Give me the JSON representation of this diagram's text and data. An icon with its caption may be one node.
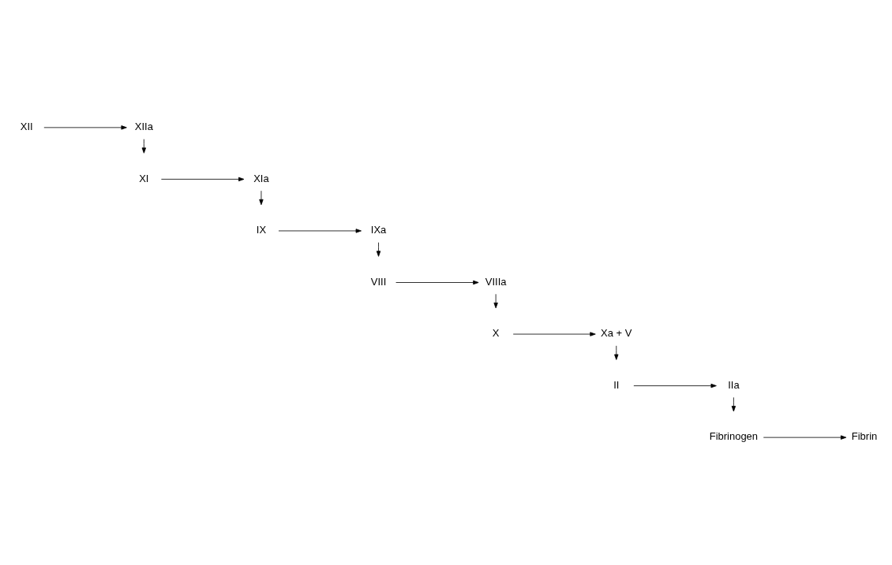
{
  "diagram": {
    "nodes": [
      {
        "text": [
          "XII"
        ]
      },
      {
        "text": [
          "XIIa"
        ]
      },
      {
        "text": [
          "XI"
        ]
      },
      {
        "text": [
          "XIa"
        ]
      },
      {
        "text": [
          "IX"
        ]
      },
      {
        "text": [
          "IXa"
        ]
      },
      {
        "text": [
          "VIII"
        ]
      },
      {
        "text": [
          "VIIIa"
        ]
      },
      {
        "text": [
          "X"
        ]
      },
      {
        "text": [
          "Xa + V"
        ]
      },
      {
        "text": [
          "II"
        ]
      },
      {
        "text": [
          "IIa"
        ]
      },
      {
        "text": [
          "Fibrinogen"
        ]
      },
      {
        "text": [
          "Fibrin"
        ]
      }
    ],
    "edges": [
      {
        "from": 0,
        "to": 1,
        "arrow": "to"
      },
      {
        "from": 1,
        "to": null,
        "arrow": "to"
      },
      {
        "from": 2,
        "to": 3,
        "arrow": "to"
      },
      {
        "from": 3,
        "to": null,
        "arrow": "to"
      },
      {
        "from": 4,
        "to": 5,
        "arrow": "to"
      },
      {
        "from": 5,
        "to": null,
        "arrow": "to"
      },
      {
        "from": 6,
        "to": 7,
        "arrow": "to"
      },
      {
        "from": 7,
        "to": null,
        "arrow": "to"
      },
      {
        "from": 8,
        "to": 9,
        "arrow": "to"
      },
      {
        "from": 9,
        "to": null,
        "arrow": "to"
      },
      {
        "from": 10,
        "to": 11,
        "arrow": "to"
      },
      {
        "from": 11,
        "to": null,
        "arrow": "to"
      },
      {
        "from": 12,
        "to": 13,
        "arrow": "to"
      }
    ]
  }
}
